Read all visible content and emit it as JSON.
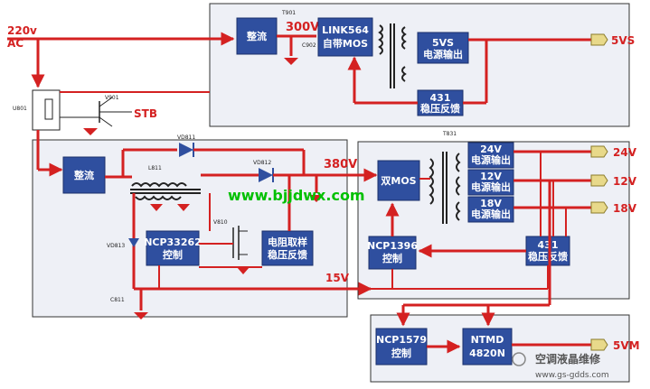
{
  "input": {
    "voltage": "220v",
    "type": "AC"
  },
  "standby": {
    "relay_ref": "U801",
    "transistor_ref": "V901",
    "label": "STB"
  },
  "top_module": {
    "rectifier": "整流",
    "cap_ref": "T901",
    "cap2_ref": "C902",
    "bus_voltage": "300V",
    "switch": {
      "line1": "LINK564",
      "line2": "自带MOS"
    },
    "output_block": {
      "line1": "5VS",
      "line2": "电源输出"
    },
    "feedback": {
      "line1": "431",
      "line2": "稳压反馈"
    },
    "output_label": "5VS"
  },
  "pfc_module": {
    "rectifier": "整流",
    "inductor_ref": "L811",
    "diode1_ref": "VD811",
    "diode2_ref": "VD812",
    "diode3_ref": "VD813",
    "mosfet_ref": "V810",
    "cap_ref": "C811",
    "controller": {
      "line1": "NCP33262",
      "line2": "控制"
    },
    "sense": {
      "line1": "电阻取样",
      "line2": "稳压反馈"
    },
    "bus_voltage": "380V",
    "aux_voltage": "15V"
  },
  "main_module": {
    "transformer_ref": "T831",
    "switch": "双MOS",
    "controller": {
      "line1": "NCP1396",
      "line2": "控制"
    },
    "outputs": [
      {
        "line1": "24V",
        "line2": "电源输出",
        "label": "24V"
      },
      {
        "line1": "12V",
        "line2": "电源输出",
        "label": "12V"
      },
      {
        "line1": "18V",
        "line2": "电源输出",
        "label": "18V"
      }
    ],
    "feedback": {
      "line1": "431",
      "line2": "稳压反馈"
    }
  },
  "bottom_module": {
    "controller": {
      "line1": "NCP1579",
      "line2": "控制"
    },
    "mosfet": {
      "line1": "NTMD",
      "line2": "4820N"
    },
    "output_label": "5VM"
  },
  "watermark": {
    "site": "www.bjjdwx.com",
    "brand": "空调液晶维修",
    "url": "www.gs-gdds.com"
  },
  "colors": {
    "block": "#2f4f9f",
    "line": "#d42121",
    "watermark": "#00c000",
    "terminal": "#e8d98a"
  }
}
